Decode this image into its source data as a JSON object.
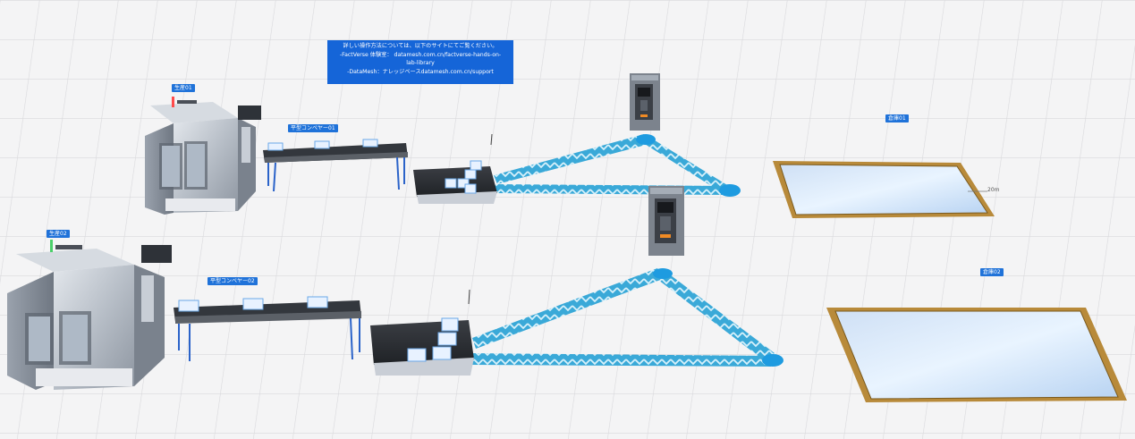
{
  "info_panel": {
    "line1": "詳しい操作方法については、以下のサイトにてご覧ください。",
    "line2": "-FactVerse 体験室： datamesh.com.cn/factverse-hands-on-",
    "line3": "lab-library",
    "line4": "-DataMesh：ナレッジベースdatamesh.com.cn/support"
  },
  "labels": {
    "machine_01": "生産01",
    "machine_02": "生産02",
    "conveyor_01": "平型コンベヤー01",
    "conveyor_02": "平型コンベヤー02",
    "storage_01": "倉庫01",
    "storage_02": "倉庫02"
  },
  "measure": "20m",
  "colors": {
    "label_bg": "#1f72d9",
    "panel_bg": "#1565d8",
    "path": "#3aa9d8",
    "node": "#1e9be0",
    "floor": "#f3f3f4"
  }
}
